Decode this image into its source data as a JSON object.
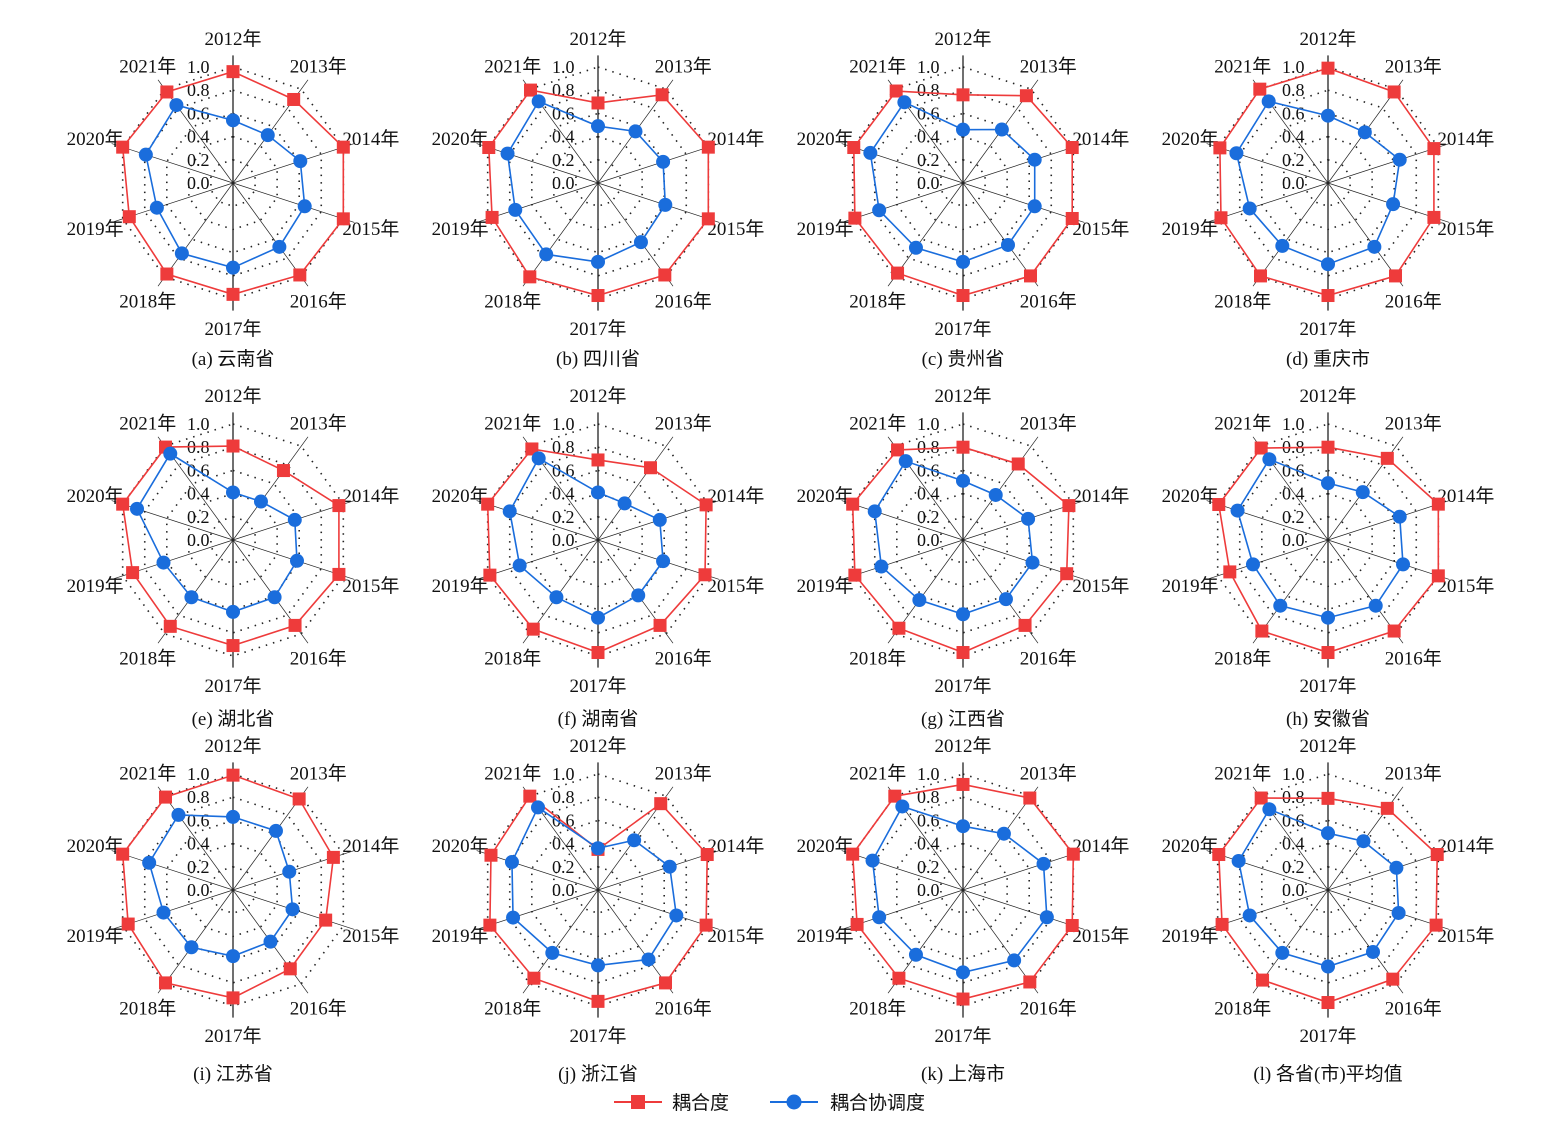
{
  "colors": {
    "coupling": "#ee3b3b",
    "coordination": "#1a6ddc"
  },
  "legend": {
    "coupling": "耦合度",
    "coordination": "耦合协调度"
  },
  "ticks": [
    "0.0",
    "0.2",
    "0.4",
    "0.6",
    "0.8",
    "1.0"
  ],
  "chart_data": [
    {
      "type": "radar",
      "title": "(a) 云南省",
      "axes": [
        "2012年",
        "2013年",
        "2014年",
        "2015年",
        "2016年",
        "2017年",
        "2018年",
        "2019年",
        "2020年",
        "2021年"
      ],
      "rlim": [
        0,
        1
      ],
      "series": [
        {
          "name": "耦合度",
          "values": [
            0.96,
            0.89,
            1.0,
            1.0,
            0.98,
            0.96,
            0.97,
            0.94,
            1.0,
            0.97
          ]
        },
        {
          "name": "耦合协调度",
          "values": [
            0.54,
            0.51,
            0.61,
            0.65,
            0.68,
            0.73,
            0.75,
            0.69,
            0.79,
            0.83
          ]
        }
      ]
    },
    {
      "type": "radar",
      "title": "(b) 四川省",
      "axes": [
        "2012年",
        "2013年",
        "2014年",
        "2015年",
        "2016年",
        "2017年",
        "2018年",
        "2019年",
        "2020年",
        "2021年"
      ],
      "rlim": [
        0,
        1
      ],
      "series": [
        {
          "name": "耦合度",
          "values": [
            0.69,
            0.94,
            1.0,
            1.0,
            0.98,
            0.97,
            1.0,
            0.96,
            0.99,
            0.99
          ]
        },
        {
          "name": "耦合协调度",
          "values": [
            0.49,
            0.55,
            0.59,
            0.61,
            0.63,
            0.68,
            0.76,
            0.75,
            0.82,
            0.87
          ]
        }
      ]
    },
    {
      "type": "radar",
      "title": "(c) 贵州省",
      "axes": [
        "2012年",
        "2013年",
        "2014年",
        "2015年",
        "2016年",
        "2017年",
        "2018年",
        "2019年",
        "2020年",
        "2021年"
      ],
      "rlim": [
        0,
        1
      ],
      "series": [
        {
          "name": "耦合度",
          "values": [
            0.76,
            0.93,
            0.99,
            0.99,
            0.99,
            0.97,
            0.96,
            0.98,
            0.99,
            0.98
          ]
        },
        {
          "name": "耦合协调度",
          "values": [
            0.46,
            0.57,
            0.65,
            0.65,
            0.66,
            0.68,
            0.69,
            0.76,
            0.84,
            0.86
          ]
        }
      ]
    },
    {
      "type": "radar",
      "title": "(d) 重庆市",
      "axes": [
        "2012年",
        "2013年",
        "2014年",
        "2015年",
        "2016年",
        "2017年",
        "2018年",
        "2019年",
        "2020年",
        "2021年"
      ],
      "rlim": [
        0,
        1
      ],
      "series": [
        {
          "name": "耦合度",
          "values": [
            0.99,
            0.97,
            0.96,
            0.96,
            0.99,
            0.97,
            0.99,
            0.97,
            0.98,
            1.0
          ]
        },
        {
          "name": "耦合协调度",
          "values": [
            0.58,
            0.54,
            0.65,
            0.59,
            0.68,
            0.7,
            0.67,
            0.71,
            0.83,
            0.87
          ]
        }
      ]
    },
    {
      "type": "radar",
      "title": "(e) 湖北省",
      "axes": [
        "2012年",
        "2013年",
        "2014年",
        "2015年",
        "2016年",
        "2017年",
        "2018年",
        "2019年",
        "2020年",
        "2021年"
      ],
      "rlim": [
        0,
        1
      ],
      "series": [
        {
          "name": "耦合度",
          "values": [
            0.81,
            0.74,
            0.96,
            0.96,
            0.91,
            0.91,
            0.92,
            0.91,
            1.0,
            0.99
          ]
        },
        {
          "name": "耦合协调度",
          "values": [
            0.41,
            0.41,
            0.56,
            0.58,
            0.61,
            0.62,
            0.61,
            0.63,
            0.87,
            0.92
          ]
        }
      ]
    },
    {
      "type": "radar",
      "title": "(f) 湖南省",
      "axes": [
        "2012年",
        "2013年",
        "2014年",
        "2015年",
        "2016年",
        "2017年",
        "2018年",
        "2019年",
        "2020年",
        "2021年"
      ],
      "rlim": [
        0,
        1
      ],
      "series": [
        {
          "name": "耦合度",
          "values": [
            0.69,
            0.77,
            0.98,
            0.97,
            0.91,
            0.97,
            0.95,
            0.98,
            1.0,
            0.97
          ]
        },
        {
          "name": "耦合协调度",
          "values": [
            0.41,
            0.39,
            0.56,
            0.59,
            0.59,
            0.67,
            0.61,
            0.71,
            0.8,
            0.87
          ]
        }
      ]
    },
    {
      "type": "radar",
      "title": "(g) 江西省",
      "axes": [
        "2012年",
        "2013年",
        "2014年",
        "2015年",
        "2016年",
        "2017年",
        "2018年",
        "2019年",
        "2020年",
        "2021年"
      ],
      "rlim": [
        0,
        1
      ],
      "series": [
        {
          "name": "耦合度",
          "values": [
            0.8,
            0.81,
            0.96,
            0.94,
            0.91,
            0.97,
            0.94,
            0.98,
            1.0,
            0.96
          ]
        },
        {
          "name": "耦合协调度",
          "values": [
            0.51,
            0.48,
            0.59,
            0.63,
            0.63,
            0.64,
            0.64,
            0.74,
            0.8,
            0.84
          ]
        }
      ]
    },
    {
      "type": "radar",
      "title": "(h) 安徽省",
      "axes": [
        "2012年",
        "2013年",
        "2014年",
        "2015年",
        "2016年",
        "2017年",
        "2018年",
        "2019年",
        "2020年",
        "2021年"
      ],
      "rlim": [
        0,
        1
      ],
      "series": [
        {
          "name": "耦合度",
          "values": [
            0.8,
            0.87,
            1.0,
            1.0,
            0.97,
            0.97,
            0.97,
            0.89,
            0.99,
            0.98
          ]
        },
        {
          "name": "耦合协调度",
          "values": [
            0.49,
            0.51,
            0.65,
            0.68,
            0.7,
            0.67,
            0.7,
            0.68,
            0.82,
            0.86
          ]
        }
      ]
    },
    {
      "type": "radar",
      "title": "(i) 江苏省",
      "axes": [
        "2012年",
        "2013年",
        "2014年",
        "2015年",
        "2016年",
        "2017年",
        "2018年",
        "2019年",
        "2020年",
        "2021年"
      ],
      "rlim": [
        0,
        1
      ],
      "series": [
        {
          "name": "耦合度",
          "values": [
            0.99,
            0.97,
            0.91,
            0.84,
            0.84,
            0.93,
            0.99,
            0.95,
            1.0,
            0.99
          ]
        },
        {
          "name": "耦合协调度",
          "values": [
            0.63,
            0.63,
            0.51,
            0.54,
            0.55,
            0.57,
            0.61,
            0.63,
            0.76,
            0.8
          ]
        }
      ]
    },
    {
      "type": "radar",
      "title": "(j) 浙江省",
      "axes": [
        "2012年",
        "2013年",
        "2014年",
        "2015年",
        "2016年",
        "2017年",
        "2018年",
        "2019年",
        "2020年",
        "2021年"
      ],
      "rlim": [
        0,
        1
      ],
      "series": [
        {
          "name": "耦合度",
          "values": [
            0.35,
            0.92,
            0.99,
            0.98,
            0.99,
            0.96,
            0.94,
            0.98,
            0.97,
            1.0
          ]
        },
        {
          "name": "耦合协调度",
          "values": [
            0.36,
            0.53,
            0.65,
            0.71,
            0.74,
            0.65,
            0.67,
            0.77,
            0.78,
            0.88
          ]
        }
      ]
    },
    {
      "type": "radar",
      "title": "(k) 上海市",
      "axes": [
        "2012年",
        "2013年",
        "2014年",
        "2015年",
        "2016年",
        "2017年",
        "2018年",
        "2019年",
        "2020年",
        "2021年"
      ],
      "rlim": [
        0,
        1
      ],
      "series": [
        {
          "name": "耦合度",
          "values": [
            0.91,
            0.98,
            1.0,
            0.99,
            0.98,
            0.94,
            0.94,
            0.96,
            1.0,
            1.0
          ]
        },
        {
          "name": "耦合协调度",
          "values": [
            0.55,
            0.6,
            0.73,
            0.76,
            0.75,
            0.71,
            0.69,
            0.76,
            0.82,
            0.89
          ]
        }
      ]
    },
    {
      "type": "radar",
      "title": "(l) 各省(市)平均值",
      "axes": [
        "2012年",
        "2013年",
        "2014年",
        "2015年",
        "2016年",
        "2017年",
        "2018年",
        "2019年",
        "2020年",
        "2021年"
      ],
      "rlim": [
        0,
        1
      ],
      "series": [
        {
          "name": "耦合度",
          "values": [
            0.79,
            0.87,
            0.99,
            0.98,
            0.95,
            0.97,
            0.96,
            0.96,
            0.99,
            0.98
          ]
        },
        {
          "name": "耦合协调度",
          "values": [
            0.49,
            0.52,
            0.62,
            0.64,
            0.66,
            0.66,
            0.67,
            0.71,
            0.81,
            0.86
          ]
        }
      ]
    }
  ]
}
